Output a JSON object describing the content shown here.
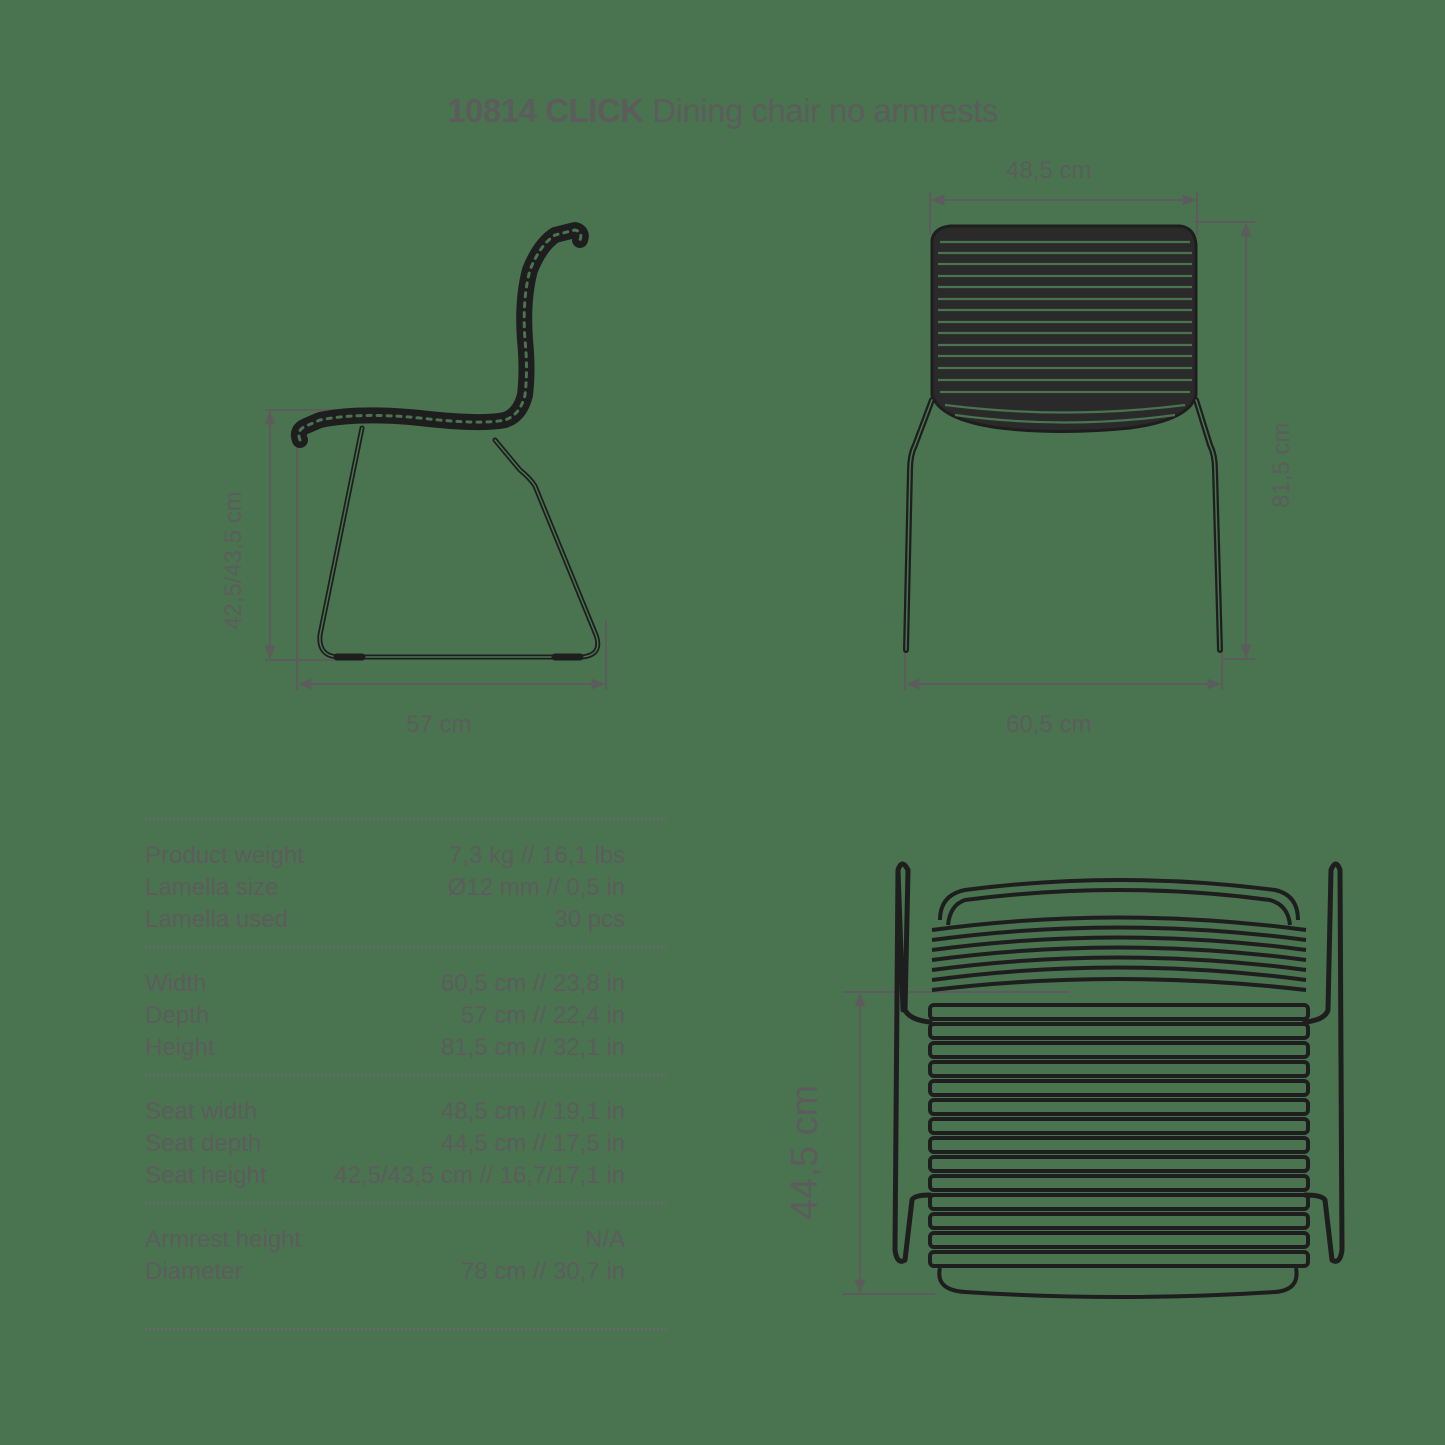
{
  "title": {
    "code": "10814 CLICK",
    "description": "Dining chair no armrests"
  },
  "colors": {
    "background": "#4a7350",
    "text": "#5c5c5c",
    "line_art": "#1e1e1e",
    "dimension_lines": "#5c5c5c"
  },
  "views": {
    "side": {
      "seat_height_label": "42,5/43,5 cm",
      "depth_label": "57 cm"
    },
    "front": {
      "seat_width_label": "48,5 cm",
      "height_label": "81,5 cm",
      "width_label": "60,5 cm"
    },
    "top": {
      "seat_depth_label": "44,5 cm"
    }
  },
  "specs": {
    "groups": [
      {
        "rows": [
          {
            "label": "Product weight",
            "value": "7,3 kg // 16,1 lbs"
          },
          {
            "label": "Lamella size",
            "value": "Ø12 mm // 0,5 in"
          },
          {
            "label": "Lamella used",
            "value": "30 pcs"
          }
        ]
      },
      {
        "rows": [
          {
            "label": "Width",
            "value": "60,5 cm // 23,8 in"
          },
          {
            "label": "Depth",
            "value": "57 cm // 22,4 in"
          },
          {
            "label": "Height",
            "value": "81,5 cm // 32,1 in"
          }
        ]
      },
      {
        "rows": [
          {
            "label": "Seat width",
            "value": "48,5 cm // 19,1 in"
          },
          {
            "label": "Seat depth",
            "value": "44,5 cm // 17,5 in"
          },
          {
            "label": "Seat height",
            "value": "42,5/43,5 cm // 16,7/17,1 in"
          }
        ]
      },
      {
        "rows": [
          {
            "label": "Armrest height",
            "value": "N/A"
          },
          {
            "label": "Diameter",
            "value": "78 cm // 30,7 in"
          }
        ]
      }
    ]
  }
}
